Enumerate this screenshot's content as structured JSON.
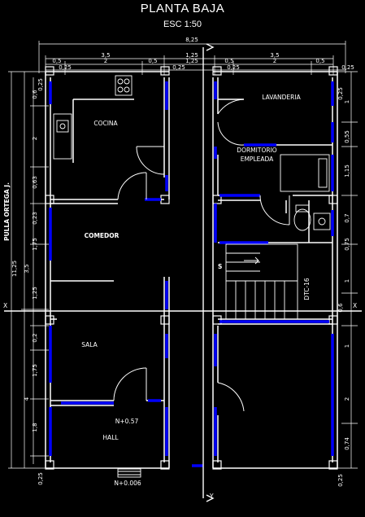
{
  "header": {
    "title": "PLANTA BAJA",
    "scale": "ESC 1:50"
  },
  "rooms": {
    "lavanderia": "LAVANDERIA",
    "cocina": "COCINA",
    "dormitorio_1": "DORMITORIO",
    "dormitorio_2": "EMPLEADA",
    "comedor": "COMEDOR",
    "sala": "SALA",
    "hall": "HALL"
  },
  "levels": {
    "hall": "N+0.57",
    "entrance": "N+0.006"
  },
  "street": "PULLA ORTEGA J.",
  "section_marks": {
    "x": "X",
    "y": "Y"
  },
  "stair_mark": "S",
  "stair_note": "DTC-16",
  "dims": {
    "total_width": "8,25",
    "left_block": "3,5",
    "right_block": "3,5",
    "middle": "1,25",
    "middle_inner": "1,25",
    "seg_05": "0,5",
    "seg_2": "2",
    "seg_025": "0,25",
    "total_depth": "11,25",
    "left_35": "3,5",
    "left_4": "4",
    "l_06": "0,6",
    "l_025": "0,25",
    "l_2": "2",
    "l_063": "0,63",
    "l_0_23": "0,23",
    "l_175a": "1,75",
    "l_125": "1,25",
    "l_02": "0,2",
    "l_175b": "1,75",
    "l_18": "1,8",
    "l_025b": "0,25",
    "r_025": "0,25",
    "r_1": "1",
    "r_055": "0,55",
    "r_115": "1,15",
    "r_07": "0,7",
    "r_075": "0,75",
    "r_1b": "1",
    "r_06": "0,6",
    "r_1c": "1",
    "r_2": "2",
    "r_074": "0,74",
    "r_025b": "0,25"
  },
  "colors": {
    "wall": "#ffffff",
    "window": "#0000ff",
    "background": "#000000"
  }
}
